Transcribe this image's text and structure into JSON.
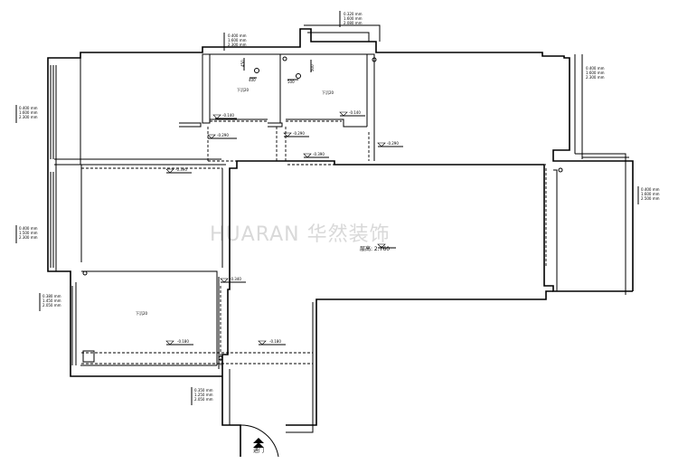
{
  "watermark": "HUARAN 华然装饰",
  "entrance_label": "进门",
  "ceiling_height": "层高: 2.760",
  "floor_labels": {
    "bath_left": "下沉20",
    "bath_right": "下沉20",
    "kitchen": "下沉20"
  },
  "dims": {
    "d450": "450",
    "d400": "400",
    "d500": "500",
    "d500b": "500"
  },
  "levels": {
    "l_0140a": "-0.140",
    "l_0140b": "-0.140",
    "l_0290a": "-0.290",
    "l_0290b": "-0.290",
    "l_0290c": "-0.290",
    "l_0390a": "-0.390",
    "l_0390b": "-0.390",
    "l_0340": "-0.340",
    "l_0180a": "-0.180",
    "l_0180b": "-0.180"
  },
  "window_specs": {
    "top_left": [
      "0.400 mm",
      "1.600 mm",
      "2.300 mm"
    ],
    "top_balcony": [
      "0.320 mm",
      "1.600 mm",
      "2.080 mm"
    ],
    "right_upper": [
      "0.400 mm",
      "1.600 mm",
      "2.300 mm"
    ],
    "left_upper": [
      "0.400 mm",
      "1.600 mm",
      "2.300 mm"
    ],
    "left_middle": [
      "0.400 mm",
      "1.500 mm",
      "2.300 mm"
    ],
    "right_lower": [
      "0.400 mm",
      "1.600 mm",
      "2.500 mm"
    ],
    "left_lower": [
      "0.380 mm",
      "1.450 mm",
      "2.050 mm"
    ],
    "bottom_entry": [
      "0.350 mm",
      "1.250 mm",
      "2.050 mm"
    ]
  }
}
